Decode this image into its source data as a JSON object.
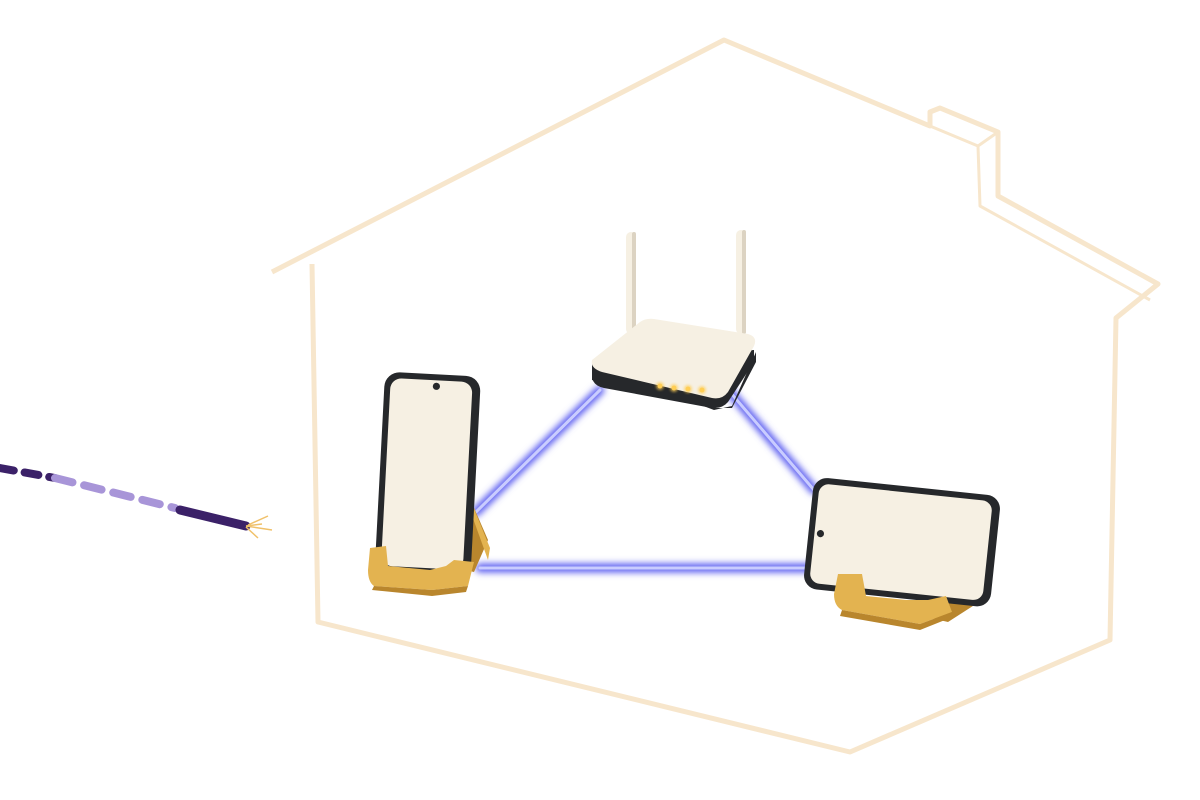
{
  "diagram": {
    "nodes": [
      {
        "id": "router",
        "icon": "wifi-router-icon",
        "status_lights": 4
      },
      {
        "id": "phone-left",
        "icon": "smartphone-portrait-on-stand-icon"
      },
      {
        "id": "phone-right",
        "icon": "smartphone-landscape-on-stand-icon"
      }
    ],
    "links": [
      {
        "from": "router",
        "to": "phone-left"
      },
      {
        "from": "router",
        "to": "phone-right"
      },
      {
        "from": "phone-left",
        "to": "phone-right"
      }
    ],
    "external": {
      "icon": "ethernet-cable-icon"
    },
    "enclosure": {
      "icon": "house-outline-icon"
    }
  },
  "colors": {
    "house_outline": "#f7e6cc",
    "link_core": "#c9ccff",
    "link_glow": "#5a5cf0",
    "device_body": "#f6f0e3",
    "device_shadow": "#dcd3c2",
    "device_bezel": "#26282b",
    "stand": "#e3b350",
    "stand_shade": "#b9862d",
    "led": "#ffce55",
    "cable": "#3b2168",
    "cable_faded": "#a895d8",
    "wire_tip": "#f0c16a"
  }
}
